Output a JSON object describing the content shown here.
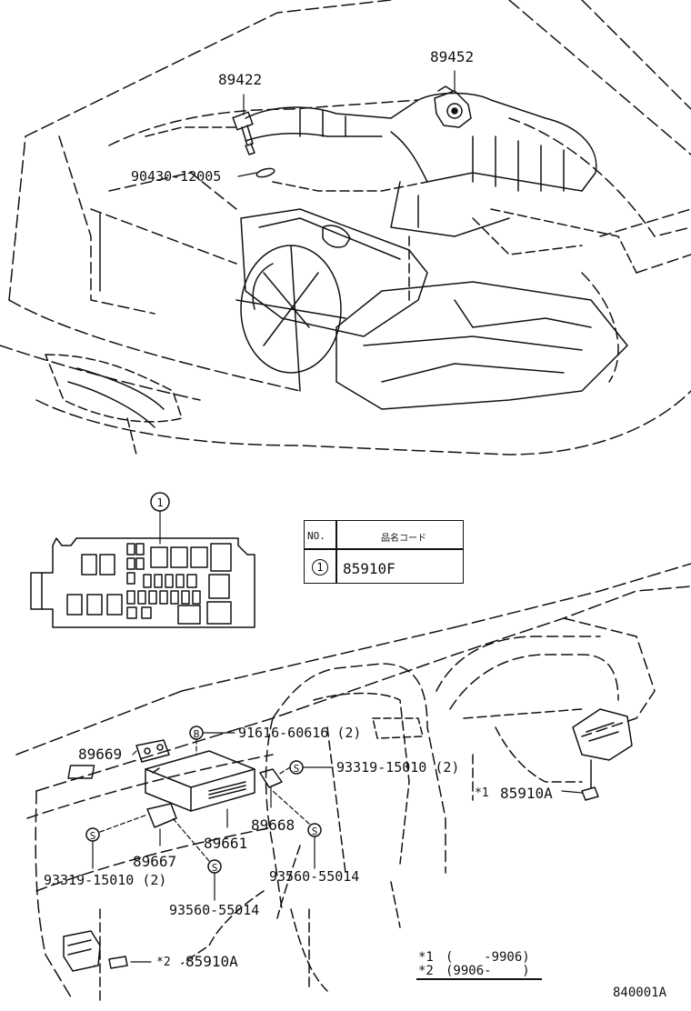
{
  "parts": {
    "p89422": "89422",
    "p89452": "89452",
    "p90430": "90430-12005",
    "p89669": "89669",
    "p91616": "91616-60616 (2)",
    "p93319_r": "93319-15010 (2)",
    "p85910A_1": "85910A",
    "p89668": "89668",
    "p89661": "89661",
    "p89667": "89667",
    "p93319_l": "93319-15010 (2)",
    "p93560_r": "93560-55014",
    "p93560_l": "93560-55014",
    "p85910A_2": "85910A"
  },
  "markers": {
    "star1": "*1",
    "star2": "*2",
    "circle_no": "1",
    "s": "S",
    "b": "B"
  },
  "table": {
    "col1_header": "NO.",
    "col2_header": "品名コード",
    "row_no": "1",
    "row_code": "85910F"
  },
  "legend": {
    "line1_mark": "*1",
    "line1_text": "(    -9906)",
    "line2_mark": "*2",
    "line2_text": "(9906-    )"
  },
  "figure_id": "840001A"
}
